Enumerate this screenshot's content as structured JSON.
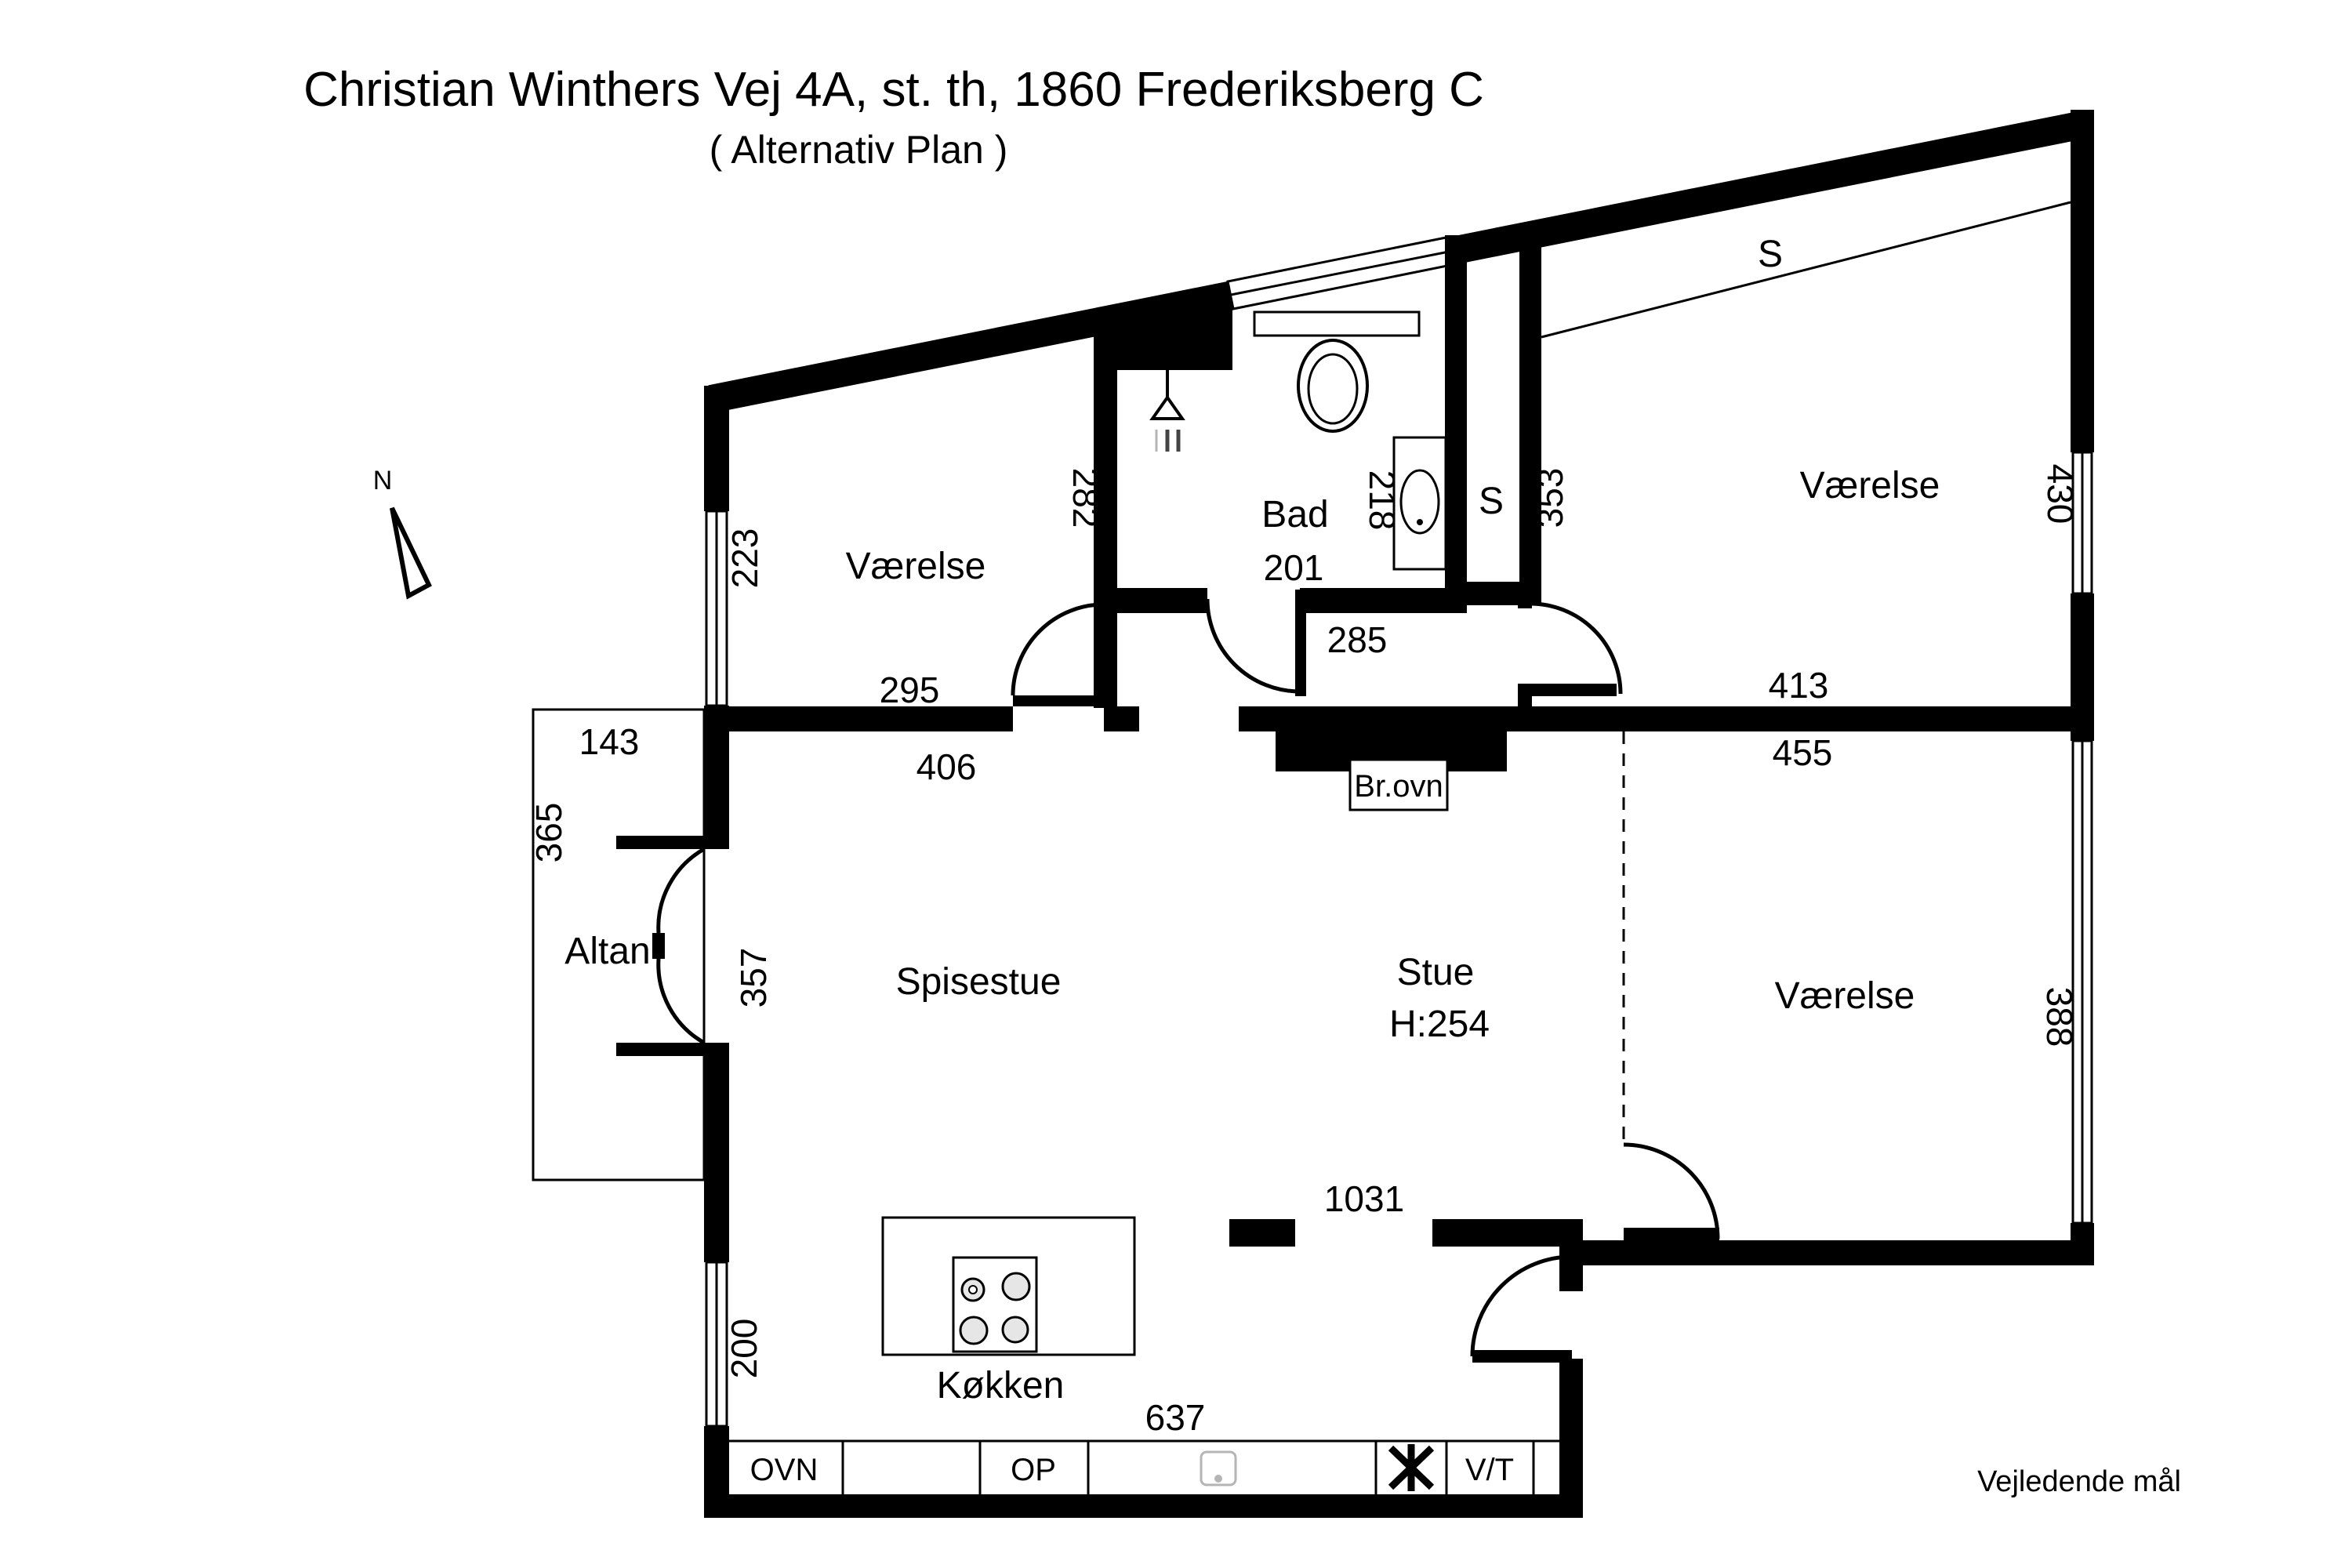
{
  "title": "Christian Winthers Vej 4A, st. th, 1860 Frederiksberg C",
  "subtitle": "( Alternativ Plan )",
  "note": "Vejledende mål",
  "compass": {
    "north": "N"
  },
  "rooms": {
    "bedroom_left": "Værelse",
    "bedroom_top_right": "Værelse",
    "bedroom_right": "Værelse",
    "bath": "Bad",
    "dining": "Spisestue",
    "living": "Stue",
    "living_height": "H:254",
    "kitchen": "Køkken",
    "balcony": "Altan"
  },
  "closets": {
    "bath_closet": "S",
    "bedroom_closet": "S"
  },
  "fireplace": "Br.ovn",
  "counter": {
    "oven": "OVN",
    "dishwasher": "OP",
    "washer_dryer": "V/T"
  },
  "dims": {
    "left_window": "223",
    "bedroom_left_depth": "282",
    "bedroom_left_width": "295",
    "dining_top": "406",
    "bath_width": "201",
    "hall_opening": "285",
    "bath_sink": "218",
    "closet_depth": "353",
    "top_right_window": "430",
    "bedroom_top_right_width": "413",
    "bedroom_top_right_total": "455",
    "balcony_depth": "143",
    "balcony_length": "365",
    "balcony_door": "357",
    "bedroom_right_depth": "388",
    "living_total": "1031",
    "kitchen_window": "200",
    "kitchen_width": "637"
  }
}
